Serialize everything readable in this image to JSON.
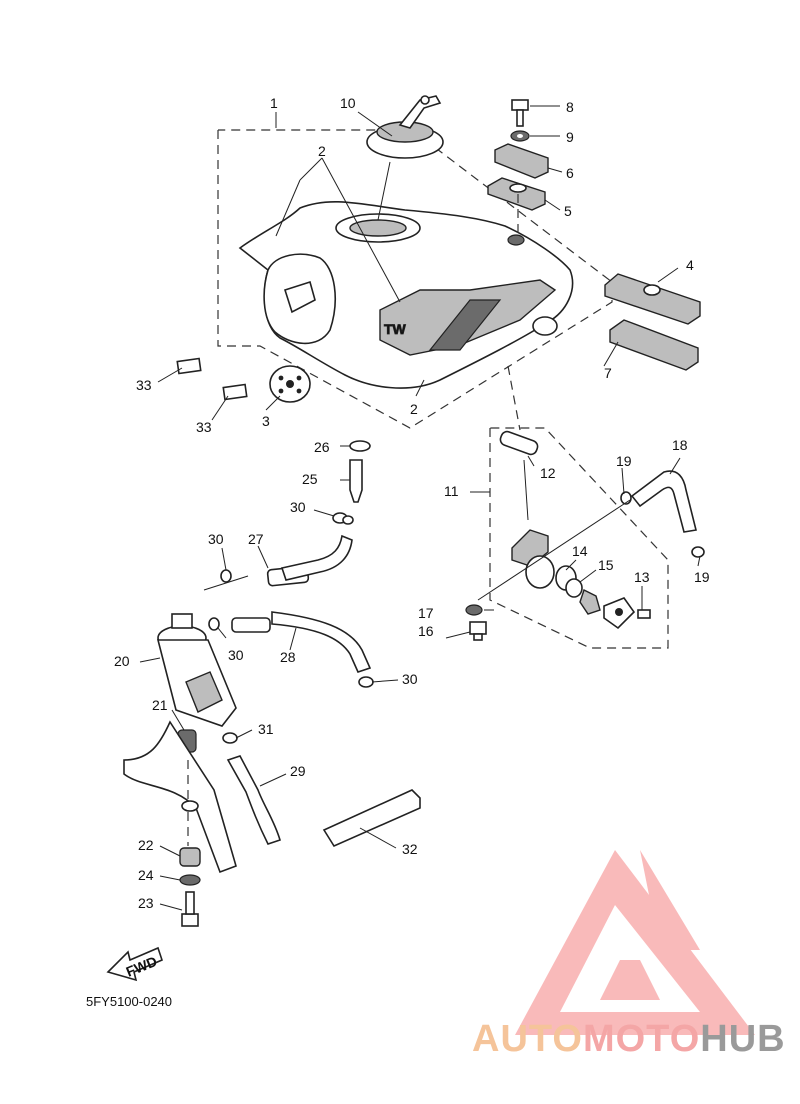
{
  "diagram": {
    "code": "5FY5100-0240",
    "fwd_label": "FWD",
    "tank_emblem": "TW",
    "labels": [
      "1",
      "2",
      "2",
      "3",
      "4",
      "5",
      "6",
      "7",
      "8",
      "9",
      "10",
      "11",
      "12",
      "13",
      "14",
      "15",
      "16",
      "17",
      "18",
      "19",
      "19",
      "20",
      "21",
      "22",
      "23",
      "24",
      "25",
      "26",
      "27",
      "28",
      "29",
      "30",
      "30",
      "30",
      "30",
      "31",
      "32",
      "33",
      "33"
    ]
  },
  "watermark": {
    "part1": "AUTO",
    "part2": "MOTO",
    "part3": "HUB",
    "colors": {
      "auto": "#f5c49a",
      "moto": "#f4a6a6",
      "hub": "#9a9a9a",
      "logo": "#f28b8b"
    }
  }
}
